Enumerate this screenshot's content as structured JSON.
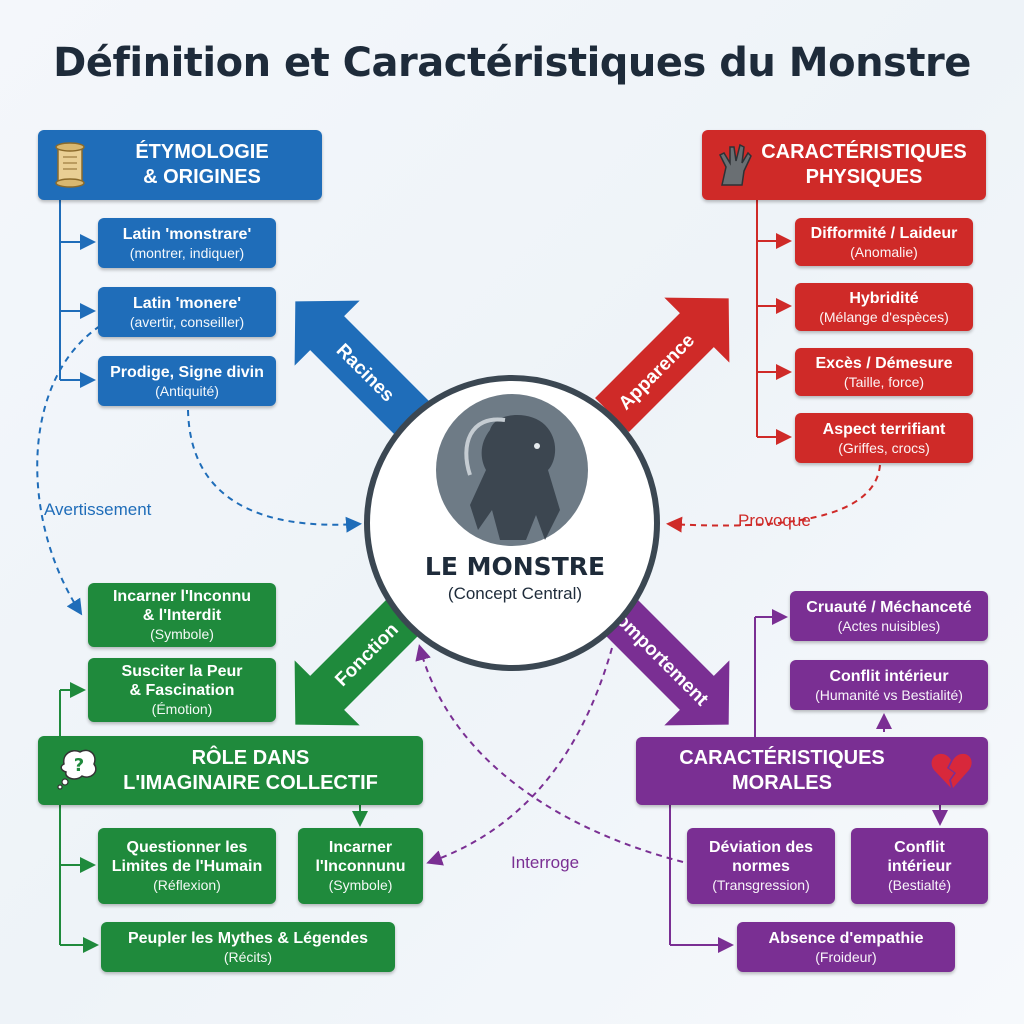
{
  "title": "Définition et Caractéristiques du Monstre",
  "center": {
    "title": "LE MONSTRE",
    "subtitle": "(Concept Central)"
  },
  "arrows": {
    "roots": "Racines",
    "appearance": "Apparence",
    "function": "Fonction",
    "behavior": "Comportement"
  },
  "etymology": {
    "heading": "ÉTYMOLOGIE\n& ORIGINES",
    "items": [
      {
        "title": "Latin 'monstrare'",
        "sub": "(montrer, indiquer)"
      },
      {
        "title": "Latin 'monere'",
        "sub": "(avertir, conseiller)"
      },
      {
        "title": "Prodige, Signe divin",
        "sub": "(Antiquité)"
      }
    ]
  },
  "physical": {
    "heading": "CARACTÉRISTIQUES\nPHYSIQUES",
    "items": [
      {
        "title": "Difformité / Laideur",
        "sub": "(Anomalie)"
      },
      {
        "title": "Hybridité",
        "sub": "(Mélange d'espèces)"
      },
      {
        "title": "Excès / Démesure",
        "sub": "(Taille, force)"
      },
      {
        "title": "Aspect terrifiant",
        "sub": "(Griffes, crocs)"
      }
    ]
  },
  "role": {
    "heading": "RÔLE DANS\nL'IMAGINAIRE COLLECTIF",
    "items": [
      {
        "title": "Incarner l'Inconnu\n& l'Interdit",
        "sub": "(Symbole)"
      },
      {
        "title": "Susciter la Peur\n& Fascination",
        "sub": "(Émotion)"
      },
      {
        "title": "Questionner les\nLimites de l'Humain",
        "sub": "(Réflexion)"
      },
      {
        "title": "Incarner\nl'Inconnunu",
        "sub": "(Symbole)"
      },
      {
        "title": "Peupler les Mythes & Légendes",
        "sub": "(Récits)"
      }
    ]
  },
  "moral": {
    "heading": "CARACTÉRISTIQUES\nMORALES",
    "items": [
      {
        "title": "Cruauté / Méchanceté",
        "sub": "(Actes nuisibles)"
      },
      {
        "title": "Conflit intérieur",
        "sub": "(Humanité vs Bestialité)"
      },
      {
        "title": "Déviation des\nnormes",
        "sub": "(Transgression)"
      },
      {
        "title": "Conflit\nintérieur",
        "sub": "(Bestialté)"
      },
      {
        "title": "Absence d'empathie",
        "sub": "(Froideur)"
      }
    ]
  },
  "links": {
    "warning": "Avertissement",
    "provokes": "Provoque",
    "questions": "Interroge"
  },
  "colors": {
    "blue": "#1f6db9",
    "red": "#cf2a28",
    "green": "#1f8a3c",
    "purple": "#7a2f93"
  },
  "icons": {
    "etymology": "scroll-icon",
    "physical": "claw-icon",
    "role": "thought-bubble-icon",
    "moral": "broken-heart-icon",
    "center": "monster-silhouette-icon"
  }
}
